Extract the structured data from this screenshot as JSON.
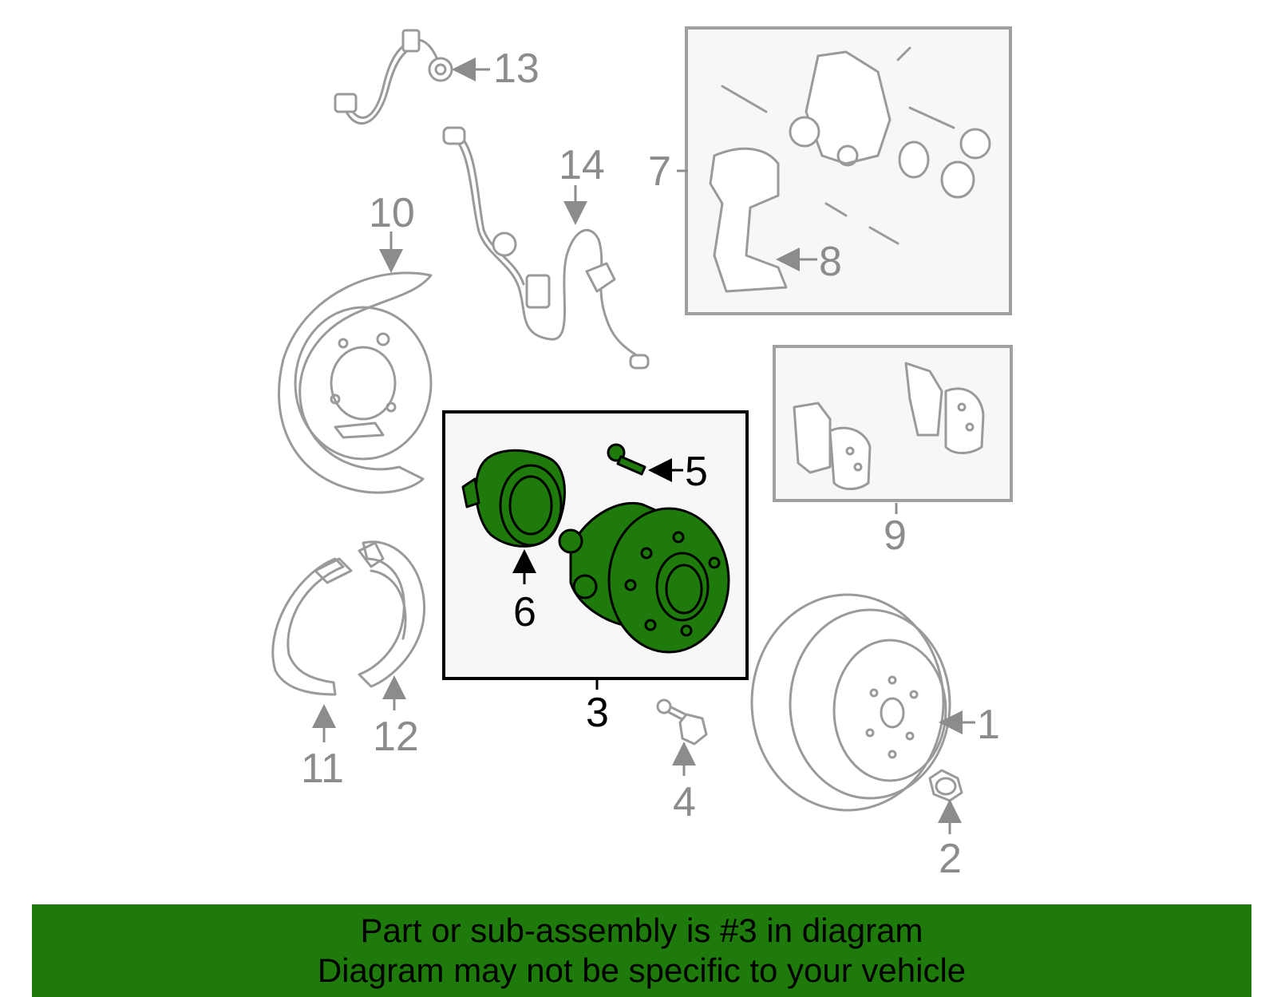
{
  "colors": {
    "highlight": "#1f7a0c",
    "part_outline": "#9a9a9a",
    "callout_gray": "#8c8c8c",
    "banner_bg": "#1f7a0c"
  },
  "callouts": {
    "c1": "1",
    "c2": "2",
    "c3": "3",
    "c4": "4",
    "c5": "5",
    "c6": "6",
    "c7": "7",
    "c8": "8",
    "c9": "9",
    "c10": "10",
    "c11": "11",
    "c12": "12",
    "c13": "13",
    "c14": "14"
  },
  "highlighted_part": "3",
  "banner": {
    "line1": "Part or sub-assembly is #3 in diagram",
    "line2": "Diagram may not be specific to your vehicle"
  }
}
